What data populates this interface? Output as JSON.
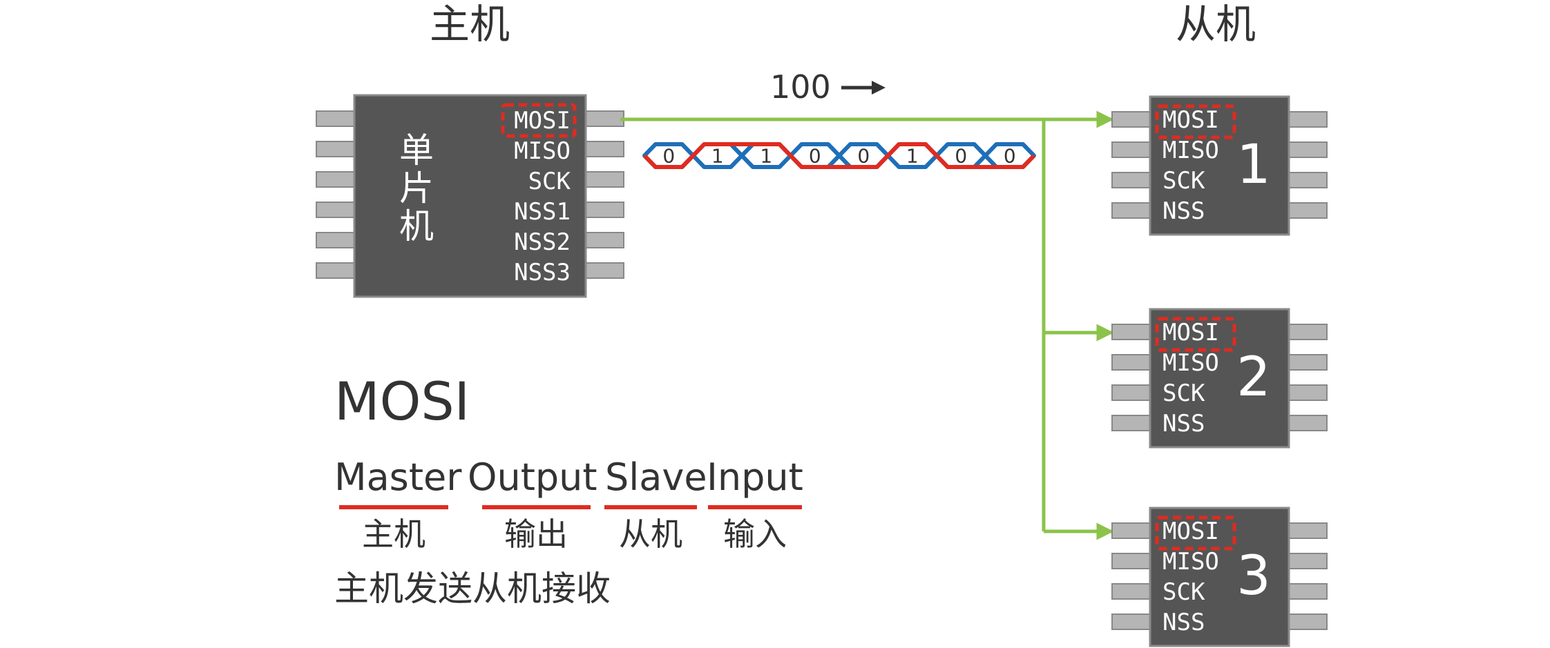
{
  "master": {
    "title": "主机",
    "chip_label": [
      "单",
      "片",
      "机"
    ],
    "pins": [
      "MOSI",
      "MISO",
      "SCK",
      "NSS1",
      "NSS2",
      "NSS3"
    ]
  },
  "slaves": {
    "title": "从机",
    "units": [
      {
        "number": "1",
        "pins": [
          "MOSI",
          "MISO",
          "SCK",
          "NSS"
        ]
      },
      {
        "number": "2",
        "pins": [
          "MOSI",
          "MISO",
          "SCK",
          "NSS"
        ]
      },
      {
        "number": "3",
        "pins": [
          "MOSI",
          "MISO",
          "SCK",
          "NSS"
        ]
      }
    ]
  },
  "signal": {
    "value_label": "100",
    "arrow": "right-arrow-icon",
    "bits": [
      "0",
      "1",
      "1",
      "0",
      "0",
      "1",
      "0",
      "0"
    ],
    "colors": {
      "bus": "#8bc34a",
      "waveform": "#1e6fb8",
      "level": "#e02b20",
      "highlight": "#e02b20"
    }
  },
  "explanation": {
    "heading": "MOSI",
    "words": [
      {
        "en": "Master",
        "zh": "主机"
      },
      {
        "en": "Output",
        "zh": "输出"
      },
      {
        "en": "Slave",
        "zh": "从机"
      },
      {
        "en": "Input",
        "zh": "输入"
      }
    ],
    "summary": "主机发送从机接收"
  }
}
